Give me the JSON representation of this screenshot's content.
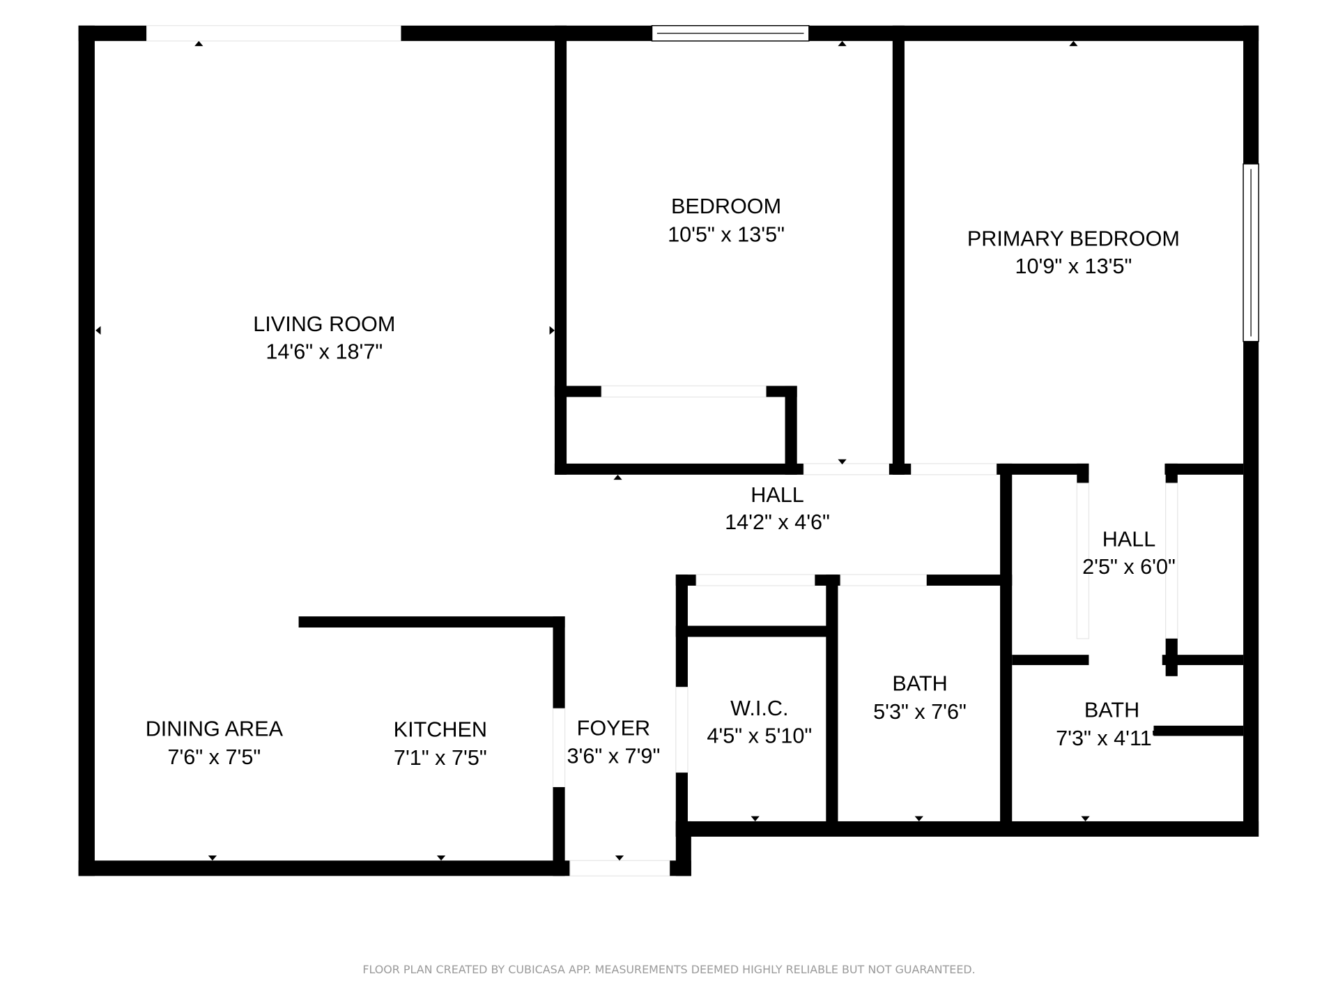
{
  "rooms": [
    {
      "name": "LIVING ROOM",
      "dims": "14'6\" x 18'7\""
    },
    {
      "name": "BEDROOM",
      "dims": "10'5\" x 13'5\""
    },
    {
      "name": "PRIMARY BEDROOM",
      "dims": "10'9\" x 13'5\""
    },
    {
      "name": "HALL",
      "dims": "14'2\" x 4'6\""
    },
    {
      "name": "HALL",
      "dims": "2'5\" x 6'0\""
    },
    {
      "name": "DINING AREA",
      "dims": "7'6\" x 7'5\""
    },
    {
      "name": "KITCHEN",
      "dims": "7'1\" x 7'5\""
    },
    {
      "name": "FOYER",
      "dims": "3'6\" x 7'9\""
    },
    {
      "name": "W.I.C.",
      "dims": "4'5\" x 5'10\""
    },
    {
      "name": "BATH",
      "dims": "5'3\" x 7'6\""
    },
    {
      "name": "BATH",
      "dims": "7'3\" x 4'11\""
    }
  ],
  "footer": "FLOOR PLAN CREATED BY CUBICASA APP. MEASUREMENTS DEEMED HIGHLY RELIABLE BUT NOT GUARANTEED.",
  "colors": {
    "wall": "#000000",
    "footer_text": "#9a9a9a"
  }
}
